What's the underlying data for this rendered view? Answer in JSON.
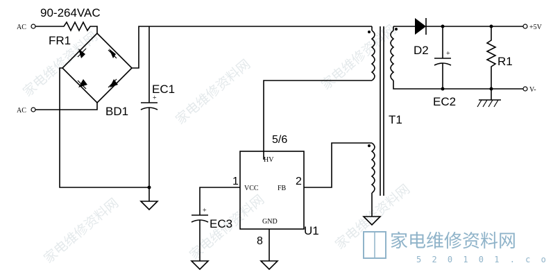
{
  "input": {
    "voltage_label": "90-264VAC",
    "ac_top": "AC",
    "ac_bottom": "AC"
  },
  "components": {
    "fuse_resistor": "FR1",
    "bridge": "BD1",
    "bulk_cap": "EC1",
    "cap_polarity": "+",
    "transformer": "T1",
    "diode": "D2",
    "output_cap": "EC2",
    "load_resistor": "R1",
    "vcc_cap": "EC3",
    "ic": "U1"
  },
  "ic_pins": {
    "hv": {
      "name": "HV",
      "number": "5/6"
    },
    "vcc": {
      "name": "VCC",
      "number": "1"
    },
    "fb": {
      "name": "FB",
      "number": "2"
    },
    "gnd": {
      "name": "GND",
      "number": "8"
    }
  },
  "output": {
    "positive": "+5V",
    "negative": "V-"
  },
  "watermark": {
    "text": "家电维修资料网",
    "url": "5 2 0 1 0 1 . c o m"
  }
}
